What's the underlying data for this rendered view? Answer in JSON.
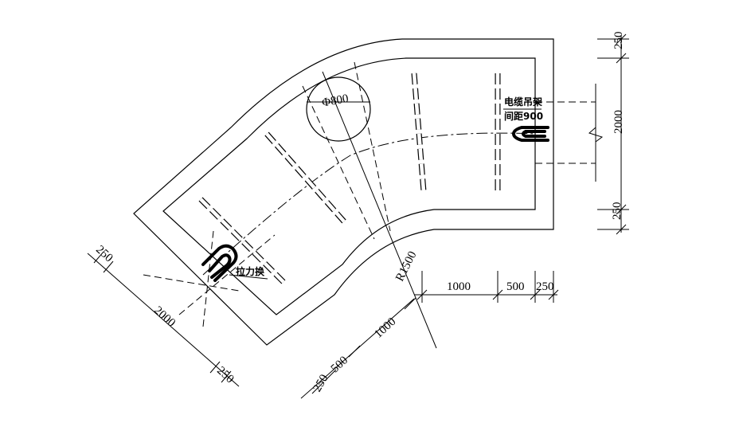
{
  "drawing": {
    "labels": {
      "manhole": "Φ800",
      "cable_bracket_line1": "电缆吊架",
      "cable_bracket_line2": "间距900",
      "pulling_eye": "拉力换",
      "radius": "R1500"
    },
    "dimensions": {
      "right_top": "250",
      "right_mid": "2000",
      "right_bottom": "250",
      "bottom_h_1": "1000",
      "bottom_h_2": "500",
      "bottom_h_3": "250",
      "bottom_d_1": "1000",
      "bottom_d_2": "500",
      "bottom_d_3": "250",
      "left_top": "250",
      "left_mid": "2000",
      "left_bottom": "250"
    }
  }
}
